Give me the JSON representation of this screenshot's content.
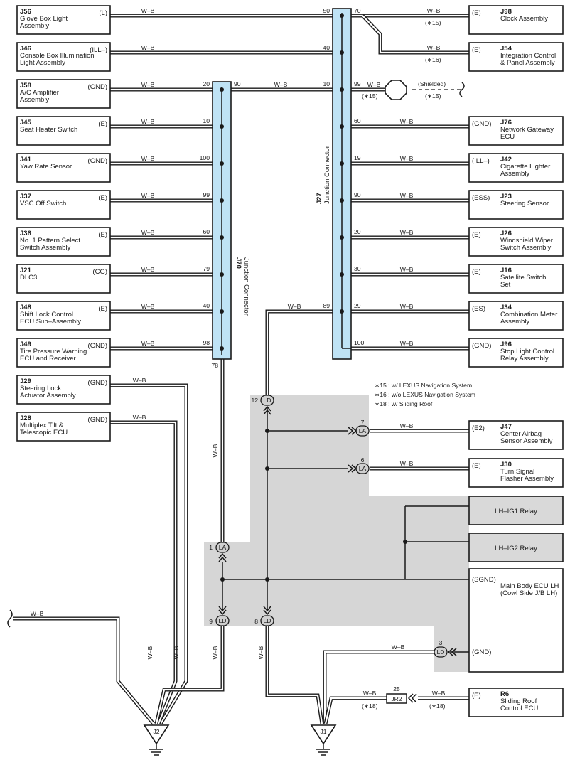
{
  "wire_color": "W–B",
  "components": {
    "J56": {
      "code": "J56",
      "name1": "Glove Box Light",
      "name2": "Assembly",
      "pin": "(L)"
    },
    "J46": {
      "code": "J46",
      "name1": "Console Box Illumination",
      "name2": "Light Assembly",
      "pin": "(ILL–)"
    },
    "J58": {
      "code": "J58",
      "name1": "A/C Amplifier",
      "name2": "Assembly",
      "pin": "(GND)"
    },
    "J45": {
      "code": "J45",
      "name1": "Seat Heater Switch",
      "pin": "(E)"
    },
    "J41": {
      "code": "J41",
      "name1": "Yaw Rate Sensor",
      "pin": "(GND)"
    },
    "J37": {
      "code": "J37",
      "name1": "VSC Off Switch",
      "pin": "(E)"
    },
    "J36": {
      "code": "J36",
      "name1": "No. 1 Pattern Select",
      "name2": "Switch Assembly",
      "pin": "(E)"
    },
    "J21": {
      "code": "J21",
      "name1": "DLC3",
      "pin": "(CG)"
    },
    "J48": {
      "code": "J48",
      "name1": "Shift Lock Control",
      "name2": "ECU Sub–Assembly",
      "pin": "(E)"
    },
    "J49": {
      "code": "J49",
      "name1": "Tire Pressure Warning",
      "name2": "ECU and Receiver",
      "pin": "(GND)"
    },
    "J29": {
      "code": "J29",
      "name1": "Steering Lock",
      "name2": "Actuator Assembly",
      "pin": "(GND)"
    },
    "J28": {
      "code": "J28",
      "name1": "Multiplex Tilt &",
      "name2": "Telescopic ECU",
      "pin": "(GND)"
    },
    "J98": {
      "code": "J98",
      "name1": "Clock Assembly",
      "pin": "(E)"
    },
    "J54": {
      "code": "J54",
      "name1": "Integration Control",
      "name2": "& Panel Assembly",
      "pin": "(E)"
    },
    "J76": {
      "code": "J76",
      "name1": "Network Gateway",
      "name2": "ECU",
      "pin": "(GND)"
    },
    "J42": {
      "code": "J42",
      "name1": "Cigarette Lighter",
      "name2": "Assembly",
      "pin": "(ILL–)"
    },
    "J23": {
      "code": "J23",
      "name1": "Steering Sensor",
      "pin": "(ESS)"
    },
    "J26": {
      "code": "J26",
      "name1": "Windshield Wiper",
      "name2": "Switch Assembly",
      "pin": "(E)"
    },
    "J16": {
      "code": "J16",
      "name1": "Satellite Switch",
      "name2": "Set",
      "pin": "(E)"
    },
    "J34": {
      "code": "J34",
      "name1": "Combination Meter",
      "name2": "Assembly",
      "pin": "(ES)"
    },
    "J96": {
      "code": "J96",
      "name1": "Stop Light Control",
      "name2": "Relay Assembly",
      "pin": "(GND)"
    },
    "J47": {
      "code": "J47",
      "name1": "Center Airbag",
      "name2": "Sensor Assembly",
      "pin": "(E2)"
    },
    "J30": {
      "code": "J30",
      "name1": "Turn Signal",
      "name2": "Flasher Assembly",
      "pin": "(E)"
    },
    "R6": {
      "code": "R6",
      "name1": "Sliding Roof",
      "name2": "Control ECU",
      "pin": "(E)"
    },
    "relay1": {
      "name1": "LH–IG1 Relay"
    },
    "relay2": {
      "name1": "LH–IG2 Relay"
    },
    "mainbody": {
      "name1": "Main Body ECU LH",
      "name2": "(Cowl Side J/B LH)",
      "pin1": "(SGND)",
      "pin2": "(GND)"
    }
  },
  "junctions": {
    "J70": {
      "code": "J70",
      "name": "Junction Connector"
    },
    "J27": {
      "code": "J27",
      "name": "Junction Connector"
    }
  },
  "pins": {
    "j70_20": "20",
    "j70_90": "90",
    "j70_10": "10",
    "j70_100": "100",
    "j70_99": "99",
    "j70_60": "60",
    "j70_79": "79",
    "j70_40": "40",
    "j70_98": "98",
    "j70_78": "78",
    "j27_50": "50",
    "j27_70": "70",
    "j27_40": "40",
    "j27_10": "10",
    "j27_99": "99",
    "j27_60": "60",
    "j27_19": "19",
    "j27_90": "90",
    "j27_20": "20",
    "j27_30": "30",
    "j27_89": "89",
    "j27_29": "29",
    "j27_100": "100",
    "ld12": "12",
    "la7": "7",
    "la6": "6",
    "la1": "1",
    "ld9": "9",
    "ld8": "8",
    "ld3": "3",
    "jr25": "25"
  },
  "connectors": {
    "LD": "LD",
    "LA": "LA",
    "JR2": "JR2"
  },
  "grounds": {
    "J2": "J2",
    "J1": "J1"
  },
  "shield": {
    "label": "(Shielded)"
  },
  "notes": {
    "n15": "∗15",
    "n16": "∗16",
    "n18": "∗18",
    "p15": "(∗15)",
    "p16": "(∗16)",
    "p18": "(∗18)",
    "legend": [
      "∗15 : w/ LEXUS Navigation System",
      "∗16 : w/o LEXUS Navigation System",
      "∗18 : w/ Sliding Roof"
    ]
  }
}
